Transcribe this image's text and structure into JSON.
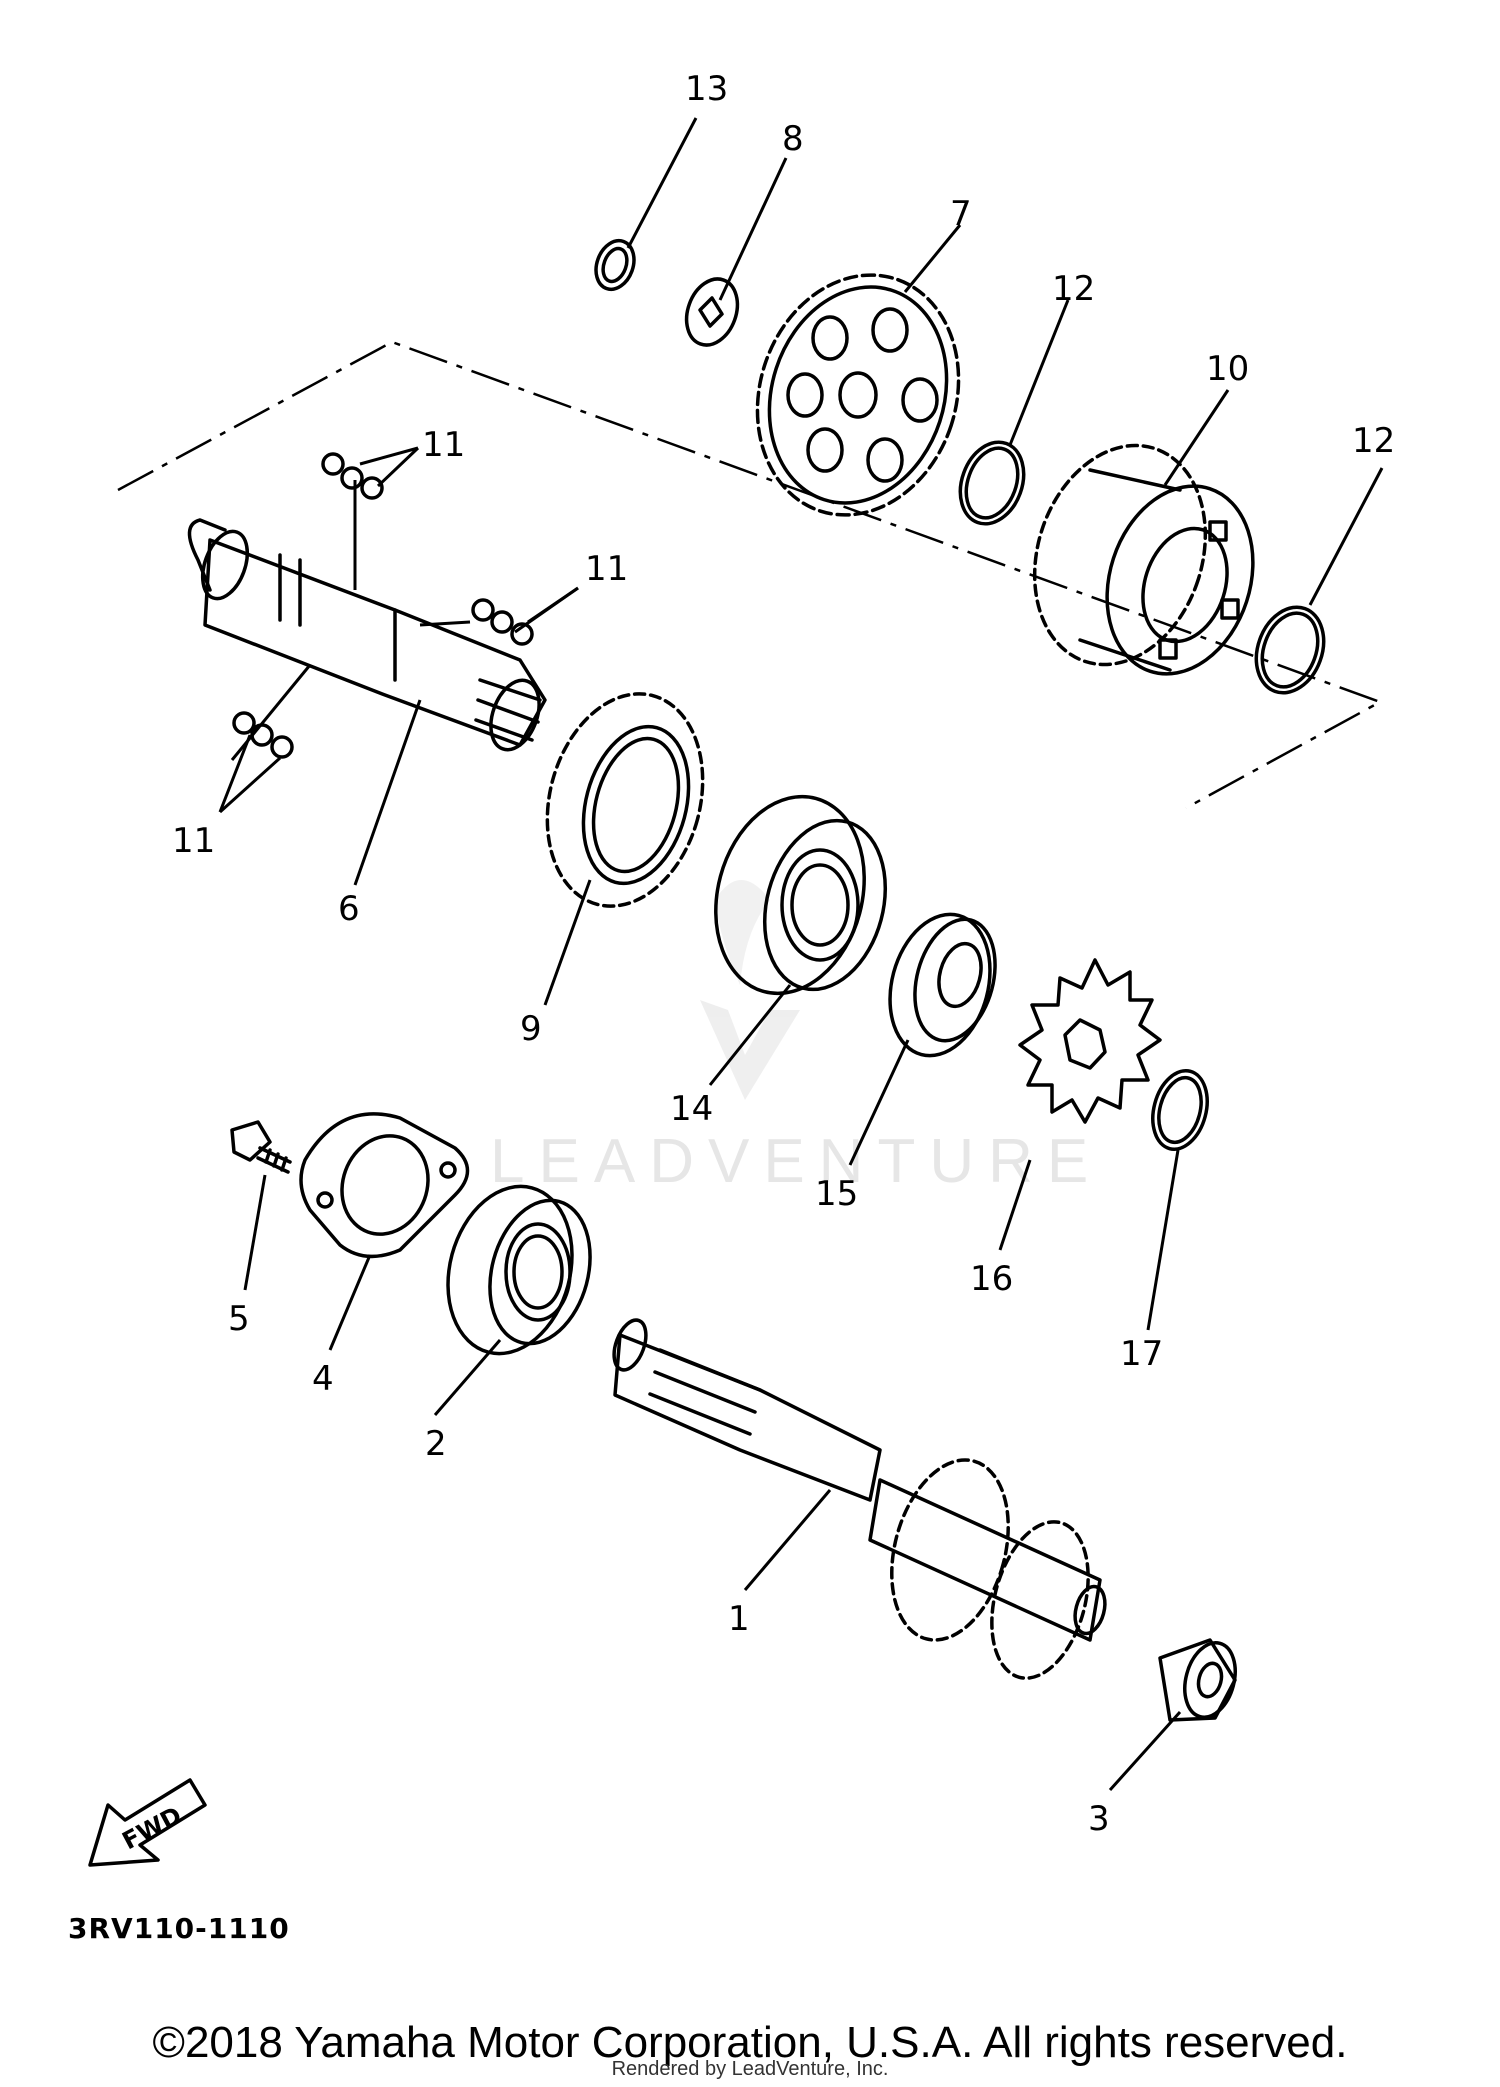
{
  "diagram": {
    "callouts": [
      {
        "id": "c13",
        "label": "13"
      },
      {
        "id": "c8",
        "label": "8"
      },
      {
        "id": "c7",
        "label": "7"
      },
      {
        "id": "c12a",
        "label": "12"
      },
      {
        "id": "c10",
        "label": "10"
      },
      {
        "id": "c12b",
        "label": "12"
      },
      {
        "id": "c11a",
        "label": "11"
      },
      {
        "id": "c11b",
        "label": "11"
      },
      {
        "id": "c11c",
        "label": "11"
      },
      {
        "id": "c6",
        "label": "6"
      },
      {
        "id": "c9",
        "label": "9"
      },
      {
        "id": "c14",
        "label": "14"
      },
      {
        "id": "c15",
        "label": "15"
      },
      {
        "id": "c16",
        "label": "16"
      },
      {
        "id": "c17",
        "label": "17"
      },
      {
        "id": "c5",
        "label": "5"
      },
      {
        "id": "c4",
        "label": "4"
      },
      {
        "id": "c2",
        "label": "2"
      },
      {
        "id": "c1",
        "label": "1"
      },
      {
        "id": "c3",
        "label": "3"
      }
    ],
    "fwd_label": "FWD",
    "diagram_code": "3RV110-1110",
    "watermark": "LEADVENTURE"
  },
  "footer": {
    "copyright": "©2018 Yamaha Motor Corporation, U.S.A. All rights reserved.",
    "rendered_by": "Rendered by LeadVenture, Inc."
  }
}
